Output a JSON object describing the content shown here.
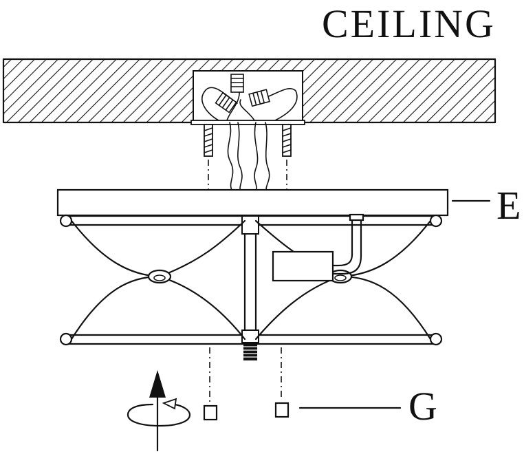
{
  "title": "CEILING",
  "labels": {
    "canopy": "E",
    "finial": "G"
  },
  "colors": {
    "ink": "#111111",
    "paper": "#ffffff"
  },
  "icons": {
    "rotation": "rotate-clockwise-arrow-icon",
    "direction": "up-arrow-icon"
  }
}
